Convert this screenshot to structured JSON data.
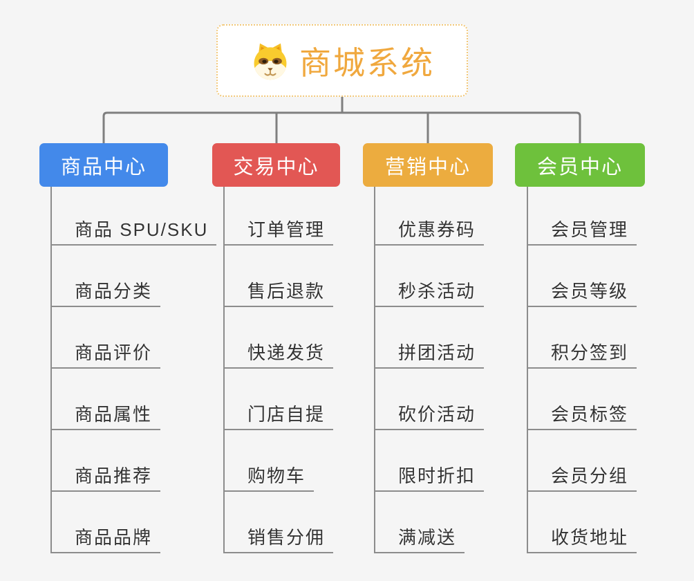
{
  "page": {
    "background_color": "#F5F5F5",
    "connector_color": "#7F7F7F",
    "child_line_color": "#8C8C8C",
    "child_text_color": "#333333"
  },
  "root": {
    "title": "商城系统",
    "icon": "dog-icon",
    "text_color": "#F0A83E",
    "border_color": "#F2C879"
  },
  "branches": [
    {
      "label": "商品中心",
      "color": "#4389EA",
      "children": [
        "商品 SPU/SKU",
        "商品分类",
        "商品评价",
        "商品属性",
        "商品推荐",
        "商品品牌"
      ]
    },
    {
      "label": "交易中心",
      "color": "#E25754",
      "children": [
        "订单管理",
        "售后退款",
        "快递发货",
        "门店自提",
        "购物车",
        "销售分佣"
      ]
    },
    {
      "label": "营销中心",
      "color": "#ECAC3F",
      "children": [
        "优惠券码",
        "秒杀活动",
        "拼团活动",
        "砍价活动",
        "限时折扣",
        "满减送"
      ]
    },
    {
      "label": "会员中心",
      "color": "#6EC13C",
      "children": [
        "会员管理",
        "会员等级",
        "积分签到",
        "会员标签",
        "会员分组",
        "收货地址"
      ]
    }
  ]
}
